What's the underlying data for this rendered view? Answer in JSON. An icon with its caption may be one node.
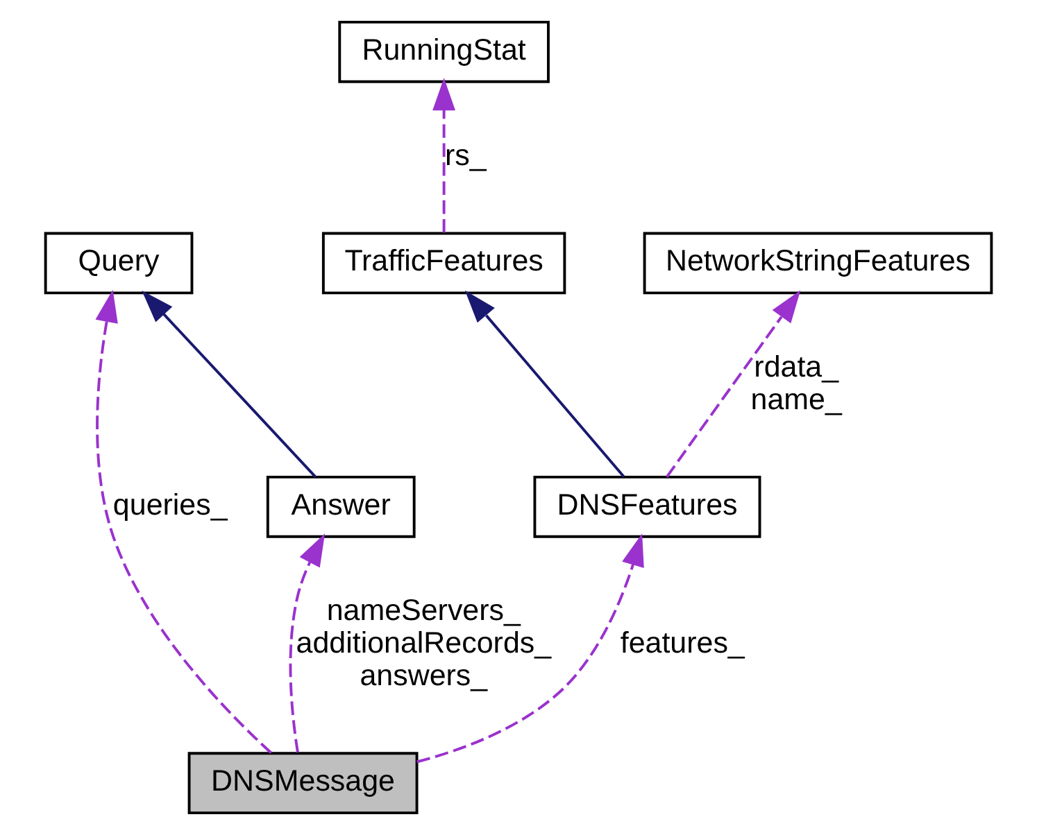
{
  "diagram": {
    "nodes": [
      {
        "text": [
          "RunningStat"
        ]
      },
      {
        "text": [
          "Query"
        ]
      },
      {
        "text": [
          "TrafficFeatures"
        ]
      },
      {
        "text": [
          "NetworkStringFeatures"
        ]
      },
      {
        "text": [
          "Answer"
        ]
      },
      {
        "text": [
          "DNSFeatures"
        ]
      },
      {
        "text": [
          "DNSMessage"
        ]
      }
    ],
    "edges": [
      {
        "from": 2,
        "to": 0,
        "arrow": "to",
        "label": "rs_",
        "style": "dashed"
      },
      {
        "from": 4,
        "to": 1,
        "arrow": "to",
        "color": "#191970"
      },
      {
        "from": 5,
        "to": 2,
        "arrow": "to",
        "color": "#191970"
      },
      {
        "from": 5,
        "to": 3,
        "arrow": "to",
        "label": "rdata_ name_",
        "style": "dashed"
      },
      {
        "from": 6,
        "to": 1,
        "arrow": "to",
        "label": "queries_",
        "style": "dashed"
      },
      {
        "from": 6,
        "to": 4,
        "arrow": "to",
        "label": "nameServers_ additionalRecords_ answers_",
        "style": "dashed"
      },
      {
        "from": 6,
        "to": 5,
        "arrow": "to",
        "label": "features_",
        "style": "dashed"
      }
    ]
  }
}
